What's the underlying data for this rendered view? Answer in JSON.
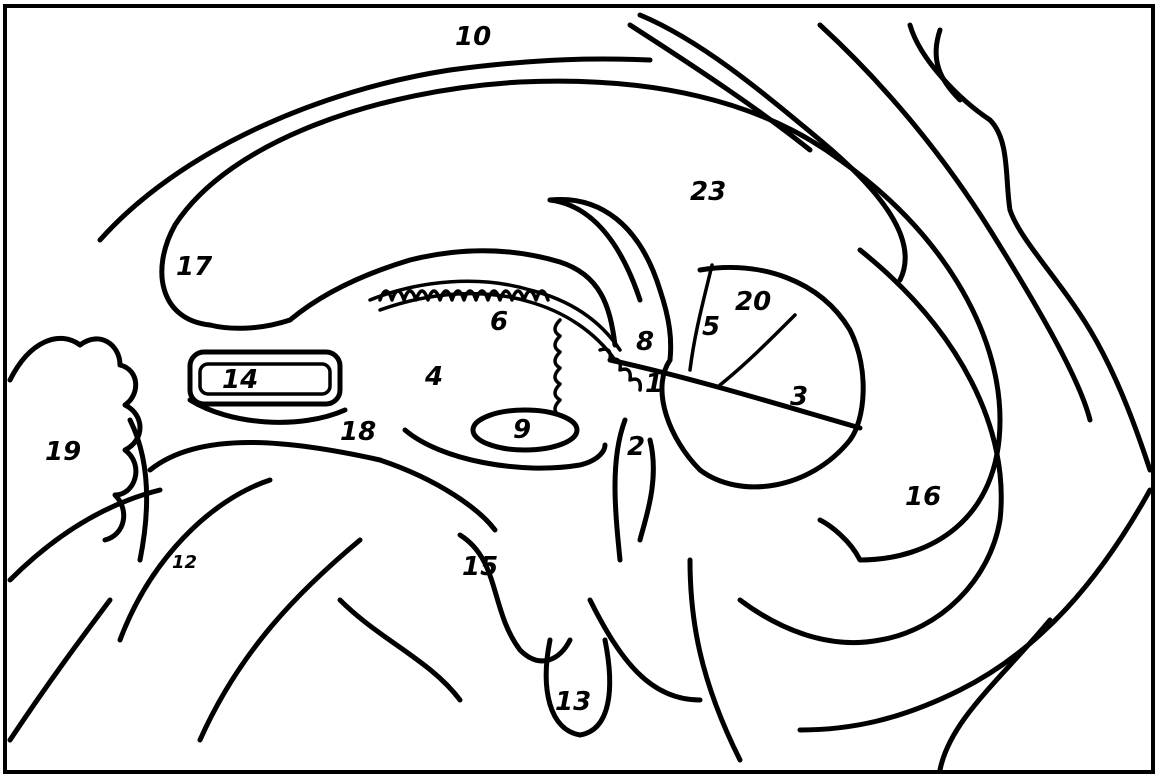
{
  "figure": {
    "labels": [
      {
        "id": "l1",
        "text": "1"
      },
      {
        "id": "l2",
        "text": "2"
      },
      {
        "id": "l3",
        "text": "3"
      },
      {
        "id": "l4",
        "text": "4"
      },
      {
        "id": "l5",
        "text": "5"
      },
      {
        "id": "l6",
        "text": "6"
      },
      {
        "id": "l8",
        "text": "8"
      },
      {
        "id": "l9",
        "text": "9"
      },
      {
        "id": "l10",
        "text": "10"
      },
      {
        "id": "l12",
        "text": "12"
      },
      {
        "id": "l13",
        "text": "13"
      },
      {
        "id": "l14",
        "text": "14"
      },
      {
        "id": "l15",
        "text": "15"
      },
      {
        "id": "l16",
        "text": "16"
      },
      {
        "id": "l17",
        "text": "17"
      },
      {
        "id": "l18",
        "text": "18"
      },
      {
        "id": "l19",
        "text": "19"
      },
      {
        "id": "l20",
        "text": "20"
      },
      {
        "id": "l23",
        "text": "23"
      }
    ],
    "stroke_color": "#000000",
    "background_color": "#ffffff"
  }
}
